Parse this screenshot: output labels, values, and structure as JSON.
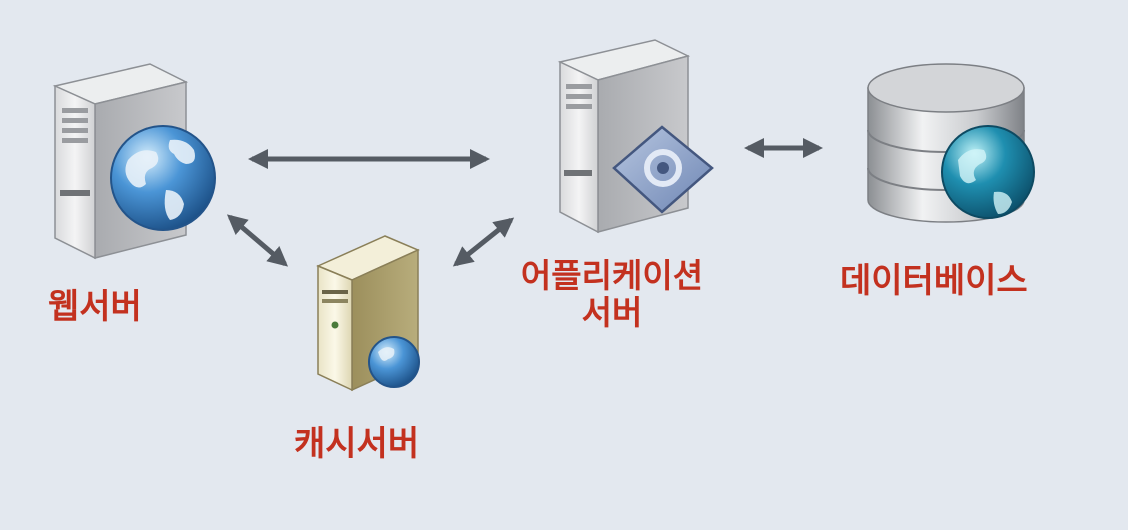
{
  "diagram": {
    "nodes": {
      "web_server": {
        "label": "웹서버",
        "icon": "server-globe-icon"
      },
      "cache_server": {
        "label": "캐시서버",
        "icon": "server-globe-icon"
      },
      "app_server": {
        "label_line1": "어플리케이션",
        "label_line2": "서버",
        "icon": "server-gear-icon"
      },
      "database": {
        "label": "데이터베이스",
        "icon": "database-globe-icon"
      }
    },
    "edges": [
      {
        "from": "web_server",
        "to": "app_server",
        "direction": "both"
      },
      {
        "from": "web_server",
        "to": "cache_server",
        "direction": "both"
      },
      {
        "from": "cache_server",
        "to": "app_server",
        "direction": "both"
      },
      {
        "from": "app_server",
        "to": "database",
        "direction": "both"
      }
    ]
  },
  "colors": {
    "background": "#e3e8ef",
    "label": "#c3311f",
    "arrow": "#555b63",
    "globe": "#2a6fb0"
  }
}
